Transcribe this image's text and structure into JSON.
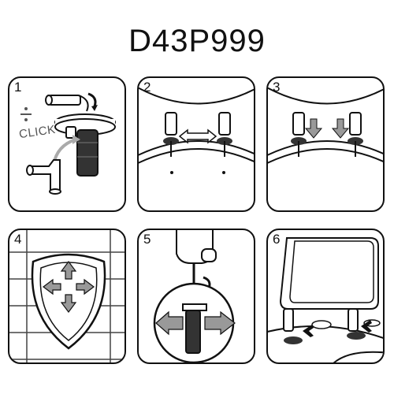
{
  "title": "D43P999",
  "steps": [
    {
      "num": "1",
      "note": "CLICK"
    },
    {
      "num": "2"
    },
    {
      "num": "3"
    },
    {
      "num": "4"
    },
    {
      "num": "5"
    },
    {
      "num": "6"
    }
  ],
  "colors": {
    "ink": "#111111",
    "arrow_fill": "#999999",
    "dark_part": "#333333",
    "tile_line": "#444444"
  }
}
